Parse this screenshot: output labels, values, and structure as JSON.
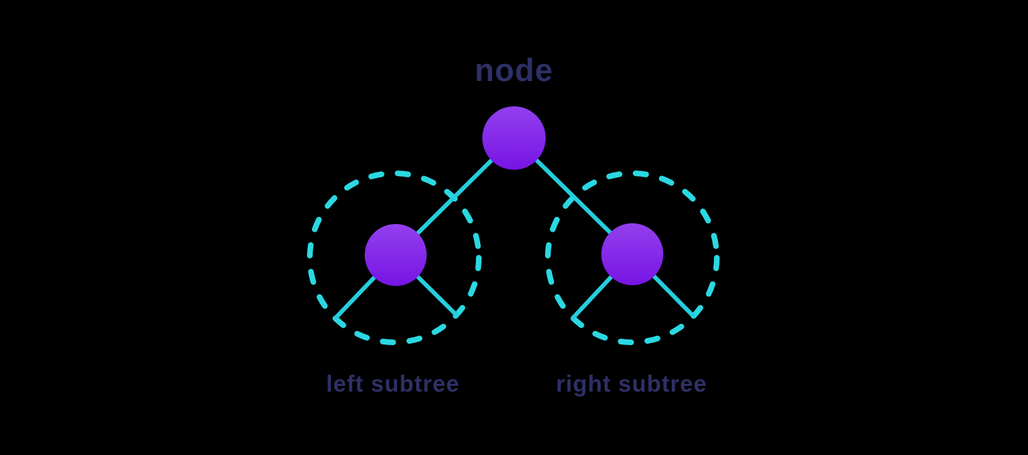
{
  "diagram": {
    "type": "binary-tree-concept",
    "root_label": "node",
    "left_label": "left subtree",
    "right_label": "right subtree"
  },
  "colors": {
    "background": "#000000",
    "label_text": "#2e3066",
    "edge_cyan": "#25cedd",
    "dashed_circle_cyan": "#2bd8e2",
    "node_gradient_top": "#9340ee",
    "node_gradient_bottom": "#7714e4"
  }
}
